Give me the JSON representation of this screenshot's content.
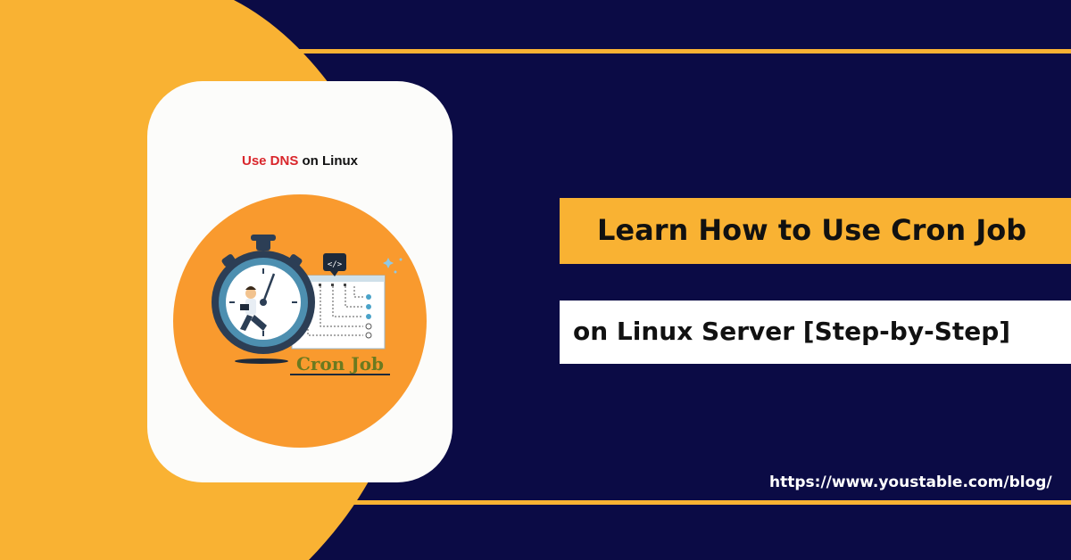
{
  "card": {
    "title_accent": "Use DNS",
    "title_rest": " on Linux",
    "illustration_label": "Cron Job",
    "code_tag": "</>"
  },
  "headline": {
    "line1": "Learn How to Use Cron Job",
    "line2": "on Linux Server [Step-by-Step]"
  },
  "footer": {
    "url": "https://www.youstable.com/blog/"
  },
  "colors": {
    "background_navy": "#0b0b45",
    "accent_yellow": "#f9b233",
    "circle_orange": "#f99a2e",
    "title_red": "#d9262b",
    "label_olive": "#6b7a1f"
  }
}
